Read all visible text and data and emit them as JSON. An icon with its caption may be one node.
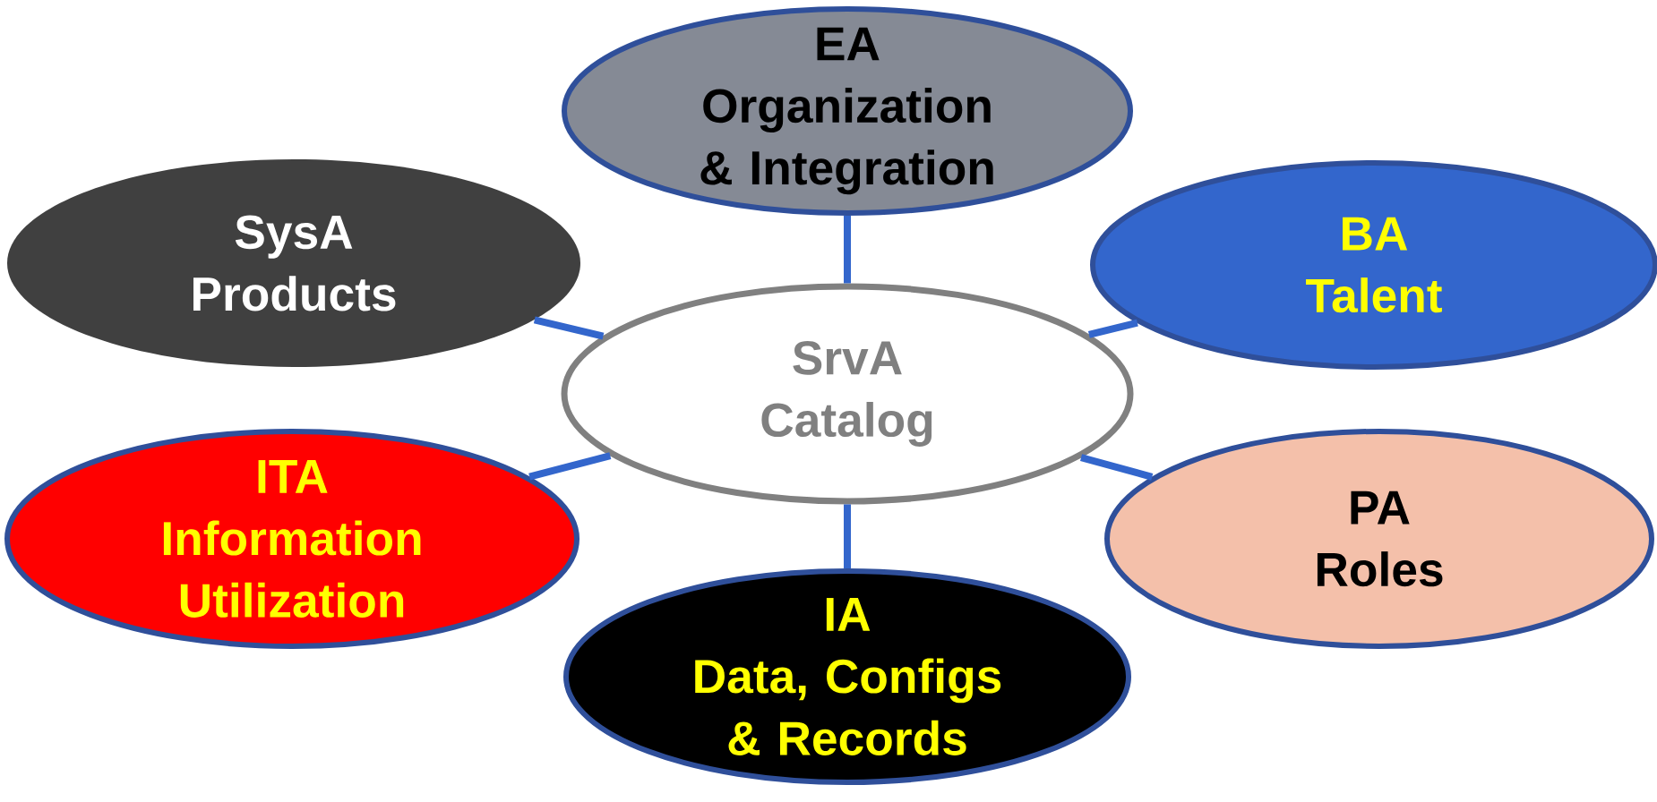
{
  "diagram": {
    "nodes": [
      {
        "text": [
          "EA",
          "Organization & Integration"
        ]
      },
      {
        "text": [
          "SysA",
          "Products"
        ]
      },
      {
        "text": [
          "BA",
          "Talent"
        ]
      },
      {
        "text": [
          "SrvA",
          "Catalog"
        ]
      },
      {
        "text": [
          "ITA",
          "Information Utilization"
        ]
      },
      {
        "text": [
          "PA",
          "Roles"
        ]
      },
      {
        "text": [
          "IA",
          "Data, Configs & Records"
        ]
      }
    ],
    "edges": [
      {
        "from": 3,
        "to": 0,
        "arrow": "none"
      },
      {
        "from": 3,
        "to": 1,
        "arrow": "none"
      },
      {
        "from": 3,
        "to": 2,
        "arrow": "none"
      },
      {
        "from": 3,
        "to": 4,
        "arrow": "none"
      },
      {
        "from": 3,
        "to": 5,
        "arrow": "none"
      },
      {
        "from": 3,
        "to": 6,
        "arrow": "none"
      }
    ]
  }
}
